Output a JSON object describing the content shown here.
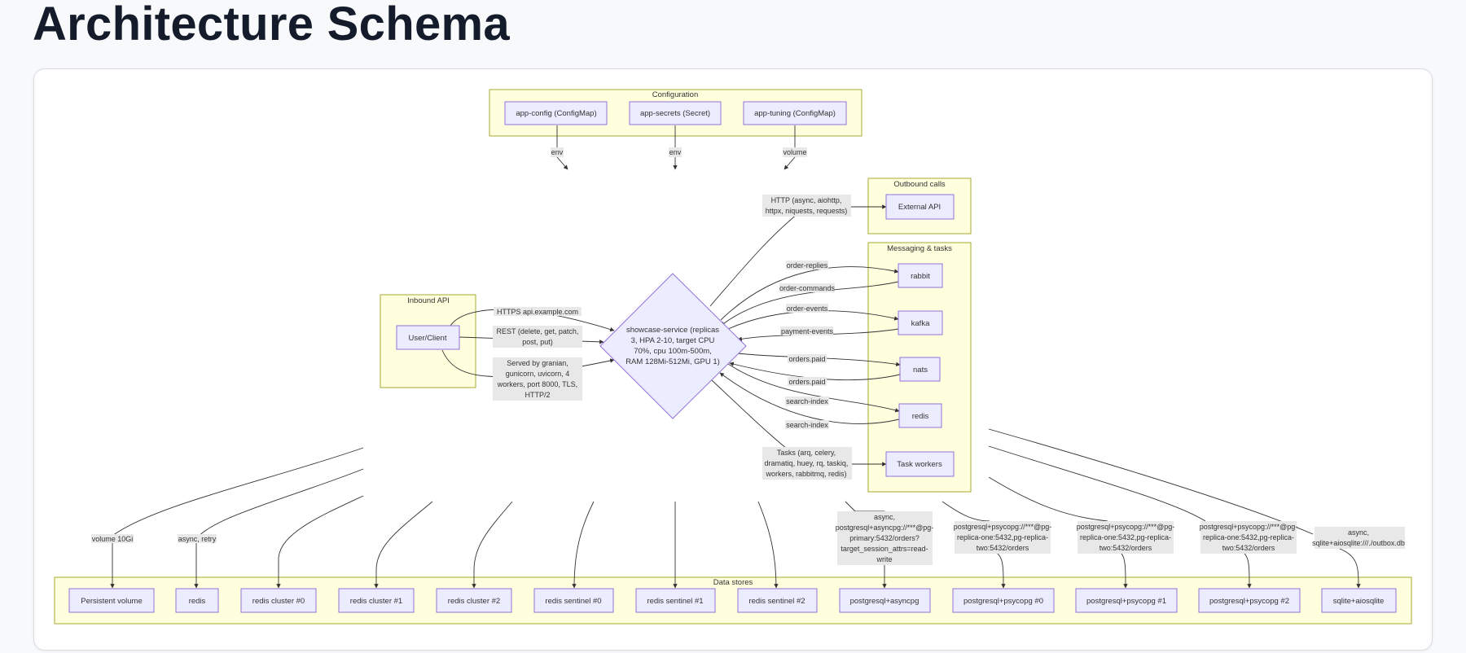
{
  "page": {
    "title": "Architecture Schema"
  },
  "groups": {
    "configuration": "Configuration",
    "outbound": "Outbound calls",
    "messaging": "Messaging & tasks",
    "inbound": "Inbound API",
    "datastores": "Data stores"
  },
  "nodes": {
    "app_config": "app-config (ConfigMap)",
    "app_secrets": "app-secrets (Secret)",
    "app_tuning": "app-tuning (ConfigMap)",
    "external_api": "External API",
    "rabbit": "rabbit",
    "kafka": "kafka",
    "nats": "nats",
    "redis_msg": "redis",
    "task_workers": "Task workers",
    "user_client": "User/Client",
    "service": [
      "showcase-service (replicas",
      "3, HPA 2-10, target CPU",
      "70%, cpu 100m-500m,",
      "RAM 128Mi-512Mi, GPU 1)"
    ],
    "ds_persistent_volume": "Persistent volume",
    "ds_redis": "redis",
    "ds_redis_cluster_0": "redis cluster #0",
    "ds_redis_cluster_1": "redis cluster #1",
    "ds_redis_cluster_2": "redis cluster #2",
    "ds_redis_sentinel_0": "redis sentinel #0",
    "ds_redis_sentinel_1": "redis sentinel #1",
    "ds_redis_sentinel_2": "redis sentinel #2",
    "ds_pg_asyncpg": "postgresql+asyncpg",
    "ds_pg_psycopg_0": "postgresql+psycopg #0",
    "ds_pg_psycopg_1": "postgresql+psycopg #1",
    "ds_pg_psycopg_2": "postgresql+psycopg #2",
    "ds_sqlite": "sqlite+aiosqlite"
  },
  "edge_labels": {
    "env_1": "env",
    "env_2": "env",
    "volume": "volume",
    "http": [
      "HTTP (async, aiohttp,",
      "httpx, niquests, requests)"
    ],
    "order_replies": "order-replies",
    "order_commands": "order-commands",
    "order_events": "order-events",
    "payment_events": "payment-events",
    "orders_paid_1": "orders.paid",
    "orders_paid_2": "orders.paid",
    "search_index_1": "search-index",
    "search_index_2": "search-index",
    "tasks": [
      "Tasks (arq, celery,",
      "dramatiq, huey, rq, taskiq,",
      "workers, rabbitmq, redis)"
    ],
    "https": "HTTPS api.example.com",
    "rest": [
      "REST (delete, get, patch,",
      "post, put)"
    ],
    "served": [
      "Served by granian,",
      "gunicorn, uvicorn, 4",
      "workers, port 8000, TLS,",
      "HTTP/2"
    ],
    "volume_10gi": "volume 10Gi",
    "async_retry": "async, retry",
    "pg_asyncpg": [
      "async,",
      "postgresql+asyncpg://***@pg-",
      "primary:5432/orders?",
      "target_session_attrs=read-",
      "write"
    ],
    "pg_psycopg_0": [
      "postgresql+psycopg://***@pg-",
      "replica-one:5432,pg-replica-",
      "two:5432/orders"
    ],
    "pg_psycopg_1": [
      "postgresql+psycopg://***@pg-",
      "replica-one:5432,pg-replica-",
      "two:5432/orders"
    ],
    "pg_psycopg_2": [
      "postgresql+psycopg://***@pg-",
      "replica-one:5432,pg-replica-",
      "two:5432/orders"
    ],
    "sqlite": [
      "async,",
      "sqlite+aiosqlite:///./outbox.db"
    ]
  },
  "colors": {
    "group_fill": "#ffffde",
    "group_stroke": "#aaaa33",
    "node_fill": "#ececff",
    "node_stroke": "#9370db",
    "edge_label_bg": "#e8e8e8"
  }
}
